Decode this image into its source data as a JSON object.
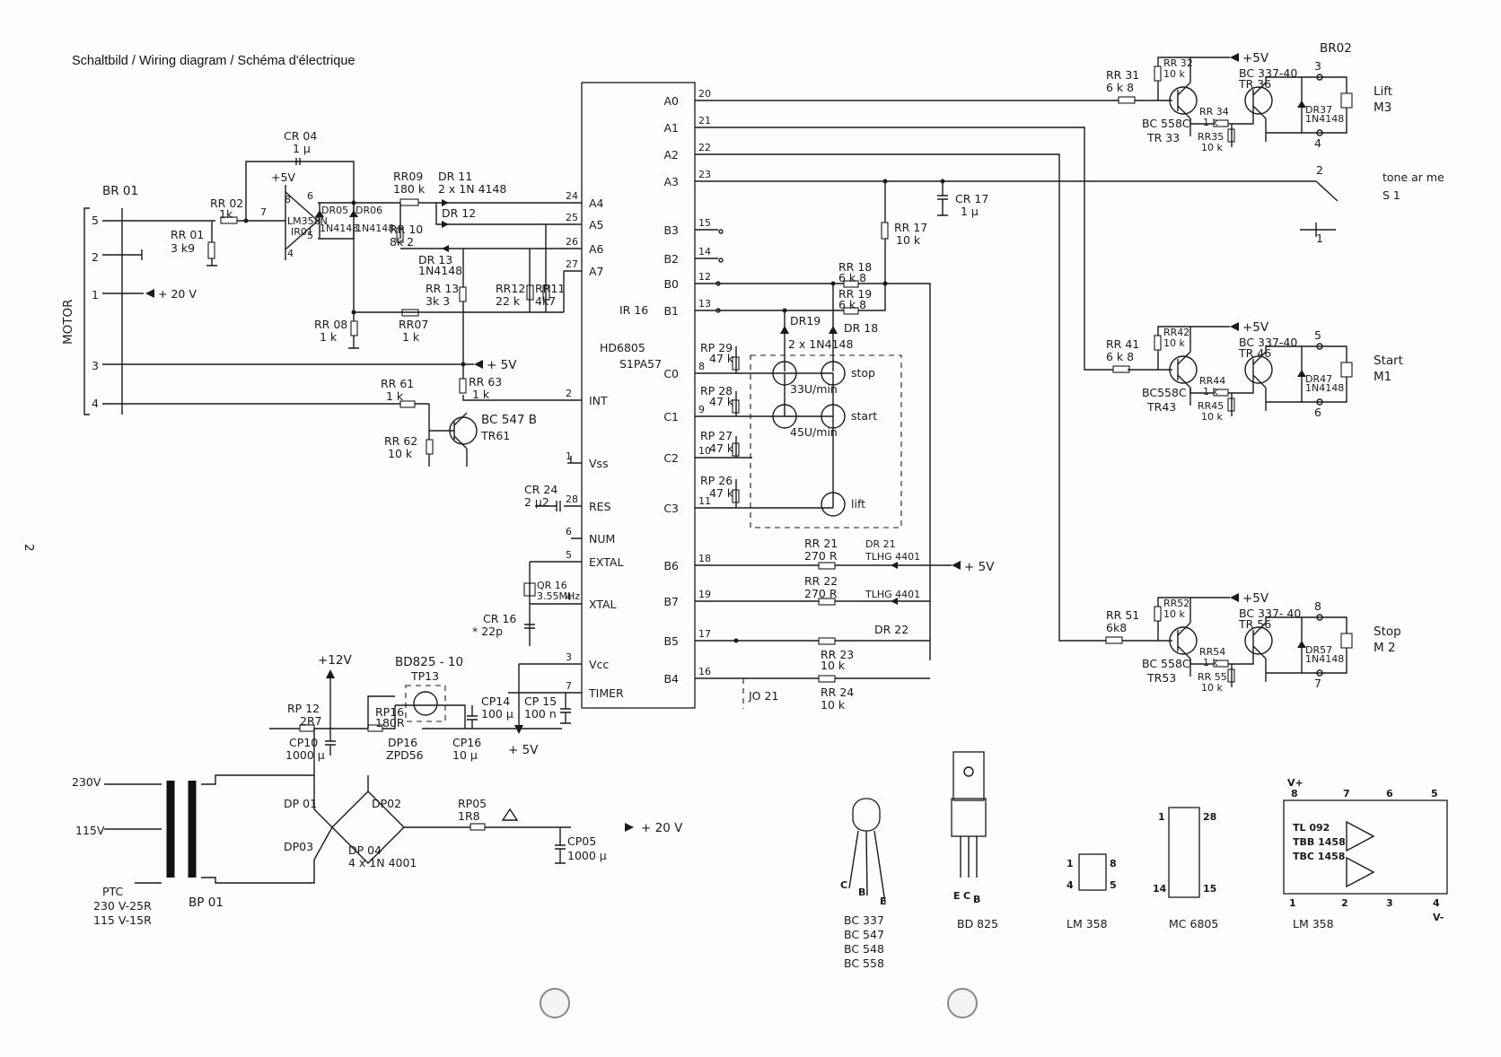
{
  "title": "Schaltbild / Wiring diagram / Schéma d'électrique",
  "page_number": "2",
  "ic": {
    "name": "HD6805",
    "part": "S1PA57",
    "ref": "IR 16",
    "left_pins": [
      "A0",
      "A1",
      "A2",
      "A3",
      "B3",
      "B2",
      "B0",
      "B1",
      "C0",
      "C1",
      "C2",
      "C3",
      "B6",
      "B7",
      "B5",
      "B4"
    ],
    "left_pin_numbers": [
      "20",
      "21",
      "22",
      "23",
      "15",
      "14",
      "12",
      "13",
      "8",
      "9",
      "10",
      "11",
      "18",
      "19",
      "17",
      "16"
    ],
    "right_pins": [
      "A4",
      "A5",
      "A6",
      "A7",
      "INT",
      "Vss",
      "RES",
      "NUM",
      "EXTAL",
      "XTAL",
      "Vcc",
      "TIMER"
    ],
    "right_pin_numbers": [
      "24",
      "25",
      "26",
      "27",
      "2",
      "1",
      "28",
      "6",
      "5",
      "4",
      "3",
      "7"
    ]
  },
  "connectors": {
    "br01": "BR 01",
    "br02": "BR02",
    "bp01": "BP 01",
    "motor": "MOTOR",
    "br01_pins": [
      "5",
      "2",
      "1",
      "3",
      "4"
    ]
  },
  "supplies": {
    "v5": "+5V",
    "v5b": "+ 5V",
    "v20": "+ 20 V",
    "v20b": "+ 20 V",
    "v12": "+12V"
  },
  "mains": {
    "v230": "230V",
    "v115": "115V",
    "ptc": "PTC",
    "ptc_r1": "230 V-25R",
    "ptc_r2": "115 V-15R"
  },
  "opamp": {
    "name": "LM358N",
    "ref": "IR01",
    "pins": [
      "8",
      "7",
      "6",
      "5",
      "4"
    ]
  },
  "components": {
    "cr04": [
      "CR 04",
      "1 µ"
    ],
    "rr02": [
      "RR 02",
      "1k"
    ],
    "rr01": [
      "RR 01",
      "3 k9"
    ],
    "dr05": "DR05",
    "dr06": "DR06",
    "d1n": "1N4148",
    "rr09": [
      "RR09",
      "180 k"
    ],
    "dr11": [
      "DR 11",
      "2 x 1N 4148"
    ],
    "dr12": "DR 12",
    "rr10": [
      "RR 10",
      "8k 2"
    ],
    "dr13": [
      "DR 13",
      "1N4148"
    ],
    "rr13": [
      "RR 13",
      "3k 3"
    ],
    "rr12": [
      "RR12",
      "22 k"
    ],
    "rr11": [
      "RR11",
      "4k7"
    ],
    "rr08": [
      "RR 08",
      "1 k"
    ],
    "rr07": [
      "RR07",
      "1 k"
    ],
    "rr61": [
      "RR 61",
      "1 k"
    ],
    "rr63": [
      "RR 63",
      "1 k"
    ],
    "rr62": [
      "RR 62",
      "10 k"
    ],
    "tr61": [
      "BC 547 B",
      "TR61"
    ],
    "cr24": [
      "CR 24",
      "2 µ2"
    ],
    "qr16": [
      "QR 16",
      "3.55MHz"
    ],
    "cr16": [
      "CR 16",
      "* 22p"
    ],
    "cr17": [
      "CR 17",
      "1 µ"
    ],
    "rr17": [
      "RR 17",
      "10 k"
    ],
    "rr18": [
      "RR 18",
      "6 k 8"
    ],
    "rr19": [
      "RR 19",
      "6 k 8"
    ],
    "dr19": [
      "DR19",
      "2 x 1N4148"
    ],
    "dr18": "DR 18",
    "rp29": [
      "RP 29",
      "47 k"
    ],
    "rp28": [
      "RP 28",
      "47 k"
    ],
    "rp27": [
      "RP 27",
      "47 k"
    ],
    "rp26": [
      "RP 26",
      "47 k"
    ],
    "rr21": [
      "RR 21",
      "270 R"
    ],
    "dr21": [
      "DR 21",
      "TLHG 4401"
    ],
    "rr22": [
      "RR 22",
      "270 R"
    ],
    "dr22": [
      "TLHG 4401",
      "DR 22"
    ],
    "rr23": [
      "RR 23",
      "10 k"
    ],
    "rr24": [
      "RR 24",
      "10 k"
    ],
    "jo21": "JO 21",
    "rr31": [
      "RR 31",
      "6 k 8"
    ],
    "rr32": [
      "RR 32",
      "10 k"
    ],
    "rr34": [
      "RR 34",
      "1 k"
    ],
    "rr35": [
      "RR35",
      "10 k"
    ],
    "tr33": [
      "BC 558C",
      "TR 33"
    ],
    "tr36": [
      "BC 337-40",
      "TR 36"
    ],
    "dr37": [
      "DR37",
      "1N4148"
    ],
    "rr41": [
      "RR 41",
      "6 k 8"
    ],
    "rr42": [
      "RR42",
      "10 k"
    ],
    "rr44": [
      "RR44",
      "1 k"
    ],
    "rr45": [
      "RR45",
      "10 k"
    ],
    "tr43": [
      "BC558C",
      "TR43"
    ],
    "tr46": [
      "BC 337-40",
      "TR 46"
    ],
    "dr47": [
      "DR47",
      "1N4148"
    ],
    "rr51": [
      "RR 51",
      "6k8"
    ],
    "rr52": [
      "RR52",
      "10 k"
    ],
    "rr54": [
      "RR54",
      "1 k"
    ],
    "rr55": [
      "RR 55",
      "10 k"
    ],
    "tr53": [
      "BC 558C",
      "TR53"
    ],
    "tr56": [
      "BC 337- 40",
      "TR 56"
    ],
    "dr57": [
      "DR57",
      "1N4148"
    ],
    "rp12": [
      "RP 12",
      "2R7"
    ],
    "cp10": [
      "CP10",
      "1000 µ"
    ],
    "tp13": [
      "BD825 - 10",
      "TP13"
    ],
    "rp16": [
      "RP16",
      "180R"
    ],
    "dp16": [
      "DP16",
      "ZPD56"
    ],
    "cp14": [
      "CP14",
      "100 µ"
    ],
    "cp15": [
      "CP 15",
      "100 n"
    ],
    "cp16": [
      "CP16",
      "10 µ"
    ],
    "dp01": "DP 01",
    "dp02": "DP02",
    "dp03": "DP03",
    "dp04": [
      "DP 04",
      "4 x 1N 4001"
    ],
    "rp05": [
      "RP05",
      "1R8"
    ],
    "cp05": [
      "CP05",
      "1000 µ"
    ]
  },
  "keypad": {
    "k1": "stop",
    "k2": "start",
    "k3": "lift",
    "s33": "33U/min",
    "s45": "45U/min"
  },
  "outputs": {
    "lift": [
      "Lift",
      "M3"
    ],
    "start": [
      "Start",
      "M1"
    ],
    "stop": [
      "Stop",
      "M 2"
    ],
    "tone": [
      "tone  ar me",
      "S 1"
    ],
    "pins_lift": [
      "3",
      "4"
    ],
    "pins_start": [
      "5",
      "6"
    ],
    "pins_stop": [
      "8",
      "7"
    ],
    "pins_tone": [
      "2",
      "1"
    ]
  },
  "packages": {
    "to92": [
      "C",
      "B",
      "E"
    ],
    "to92_types": [
      "BC 337",
      "BC 547",
      "BC 548",
      "BC 558"
    ],
    "bd825": [
      "E",
      "C",
      "B"
    ],
    "bd825_name": "BD 825",
    "dip8": [
      "1",
      "8",
      "4",
      "5"
    ],
    "dip8_name": "LM 358",
    "dip28": [
      "1",
      "28",
      "14",
      "15"
    ],
    "dip28_name": "MC 6805",
    "opamp_pkg": [
      "V+",
      "8",
      "7",
      "6",
      "5",
      "1",
      "2",
      "3",
      "4",
      "V-"
    ],
    "opamp_types": [
      "TL 092",
      "TBB 1458",
      "TBC 1458"
    ],
    "opamp_name": "LM 358"
  },
  "colors": {
    "ink": "#1a1a1a",
    "paper": "#fdfdfc"
  }
}
